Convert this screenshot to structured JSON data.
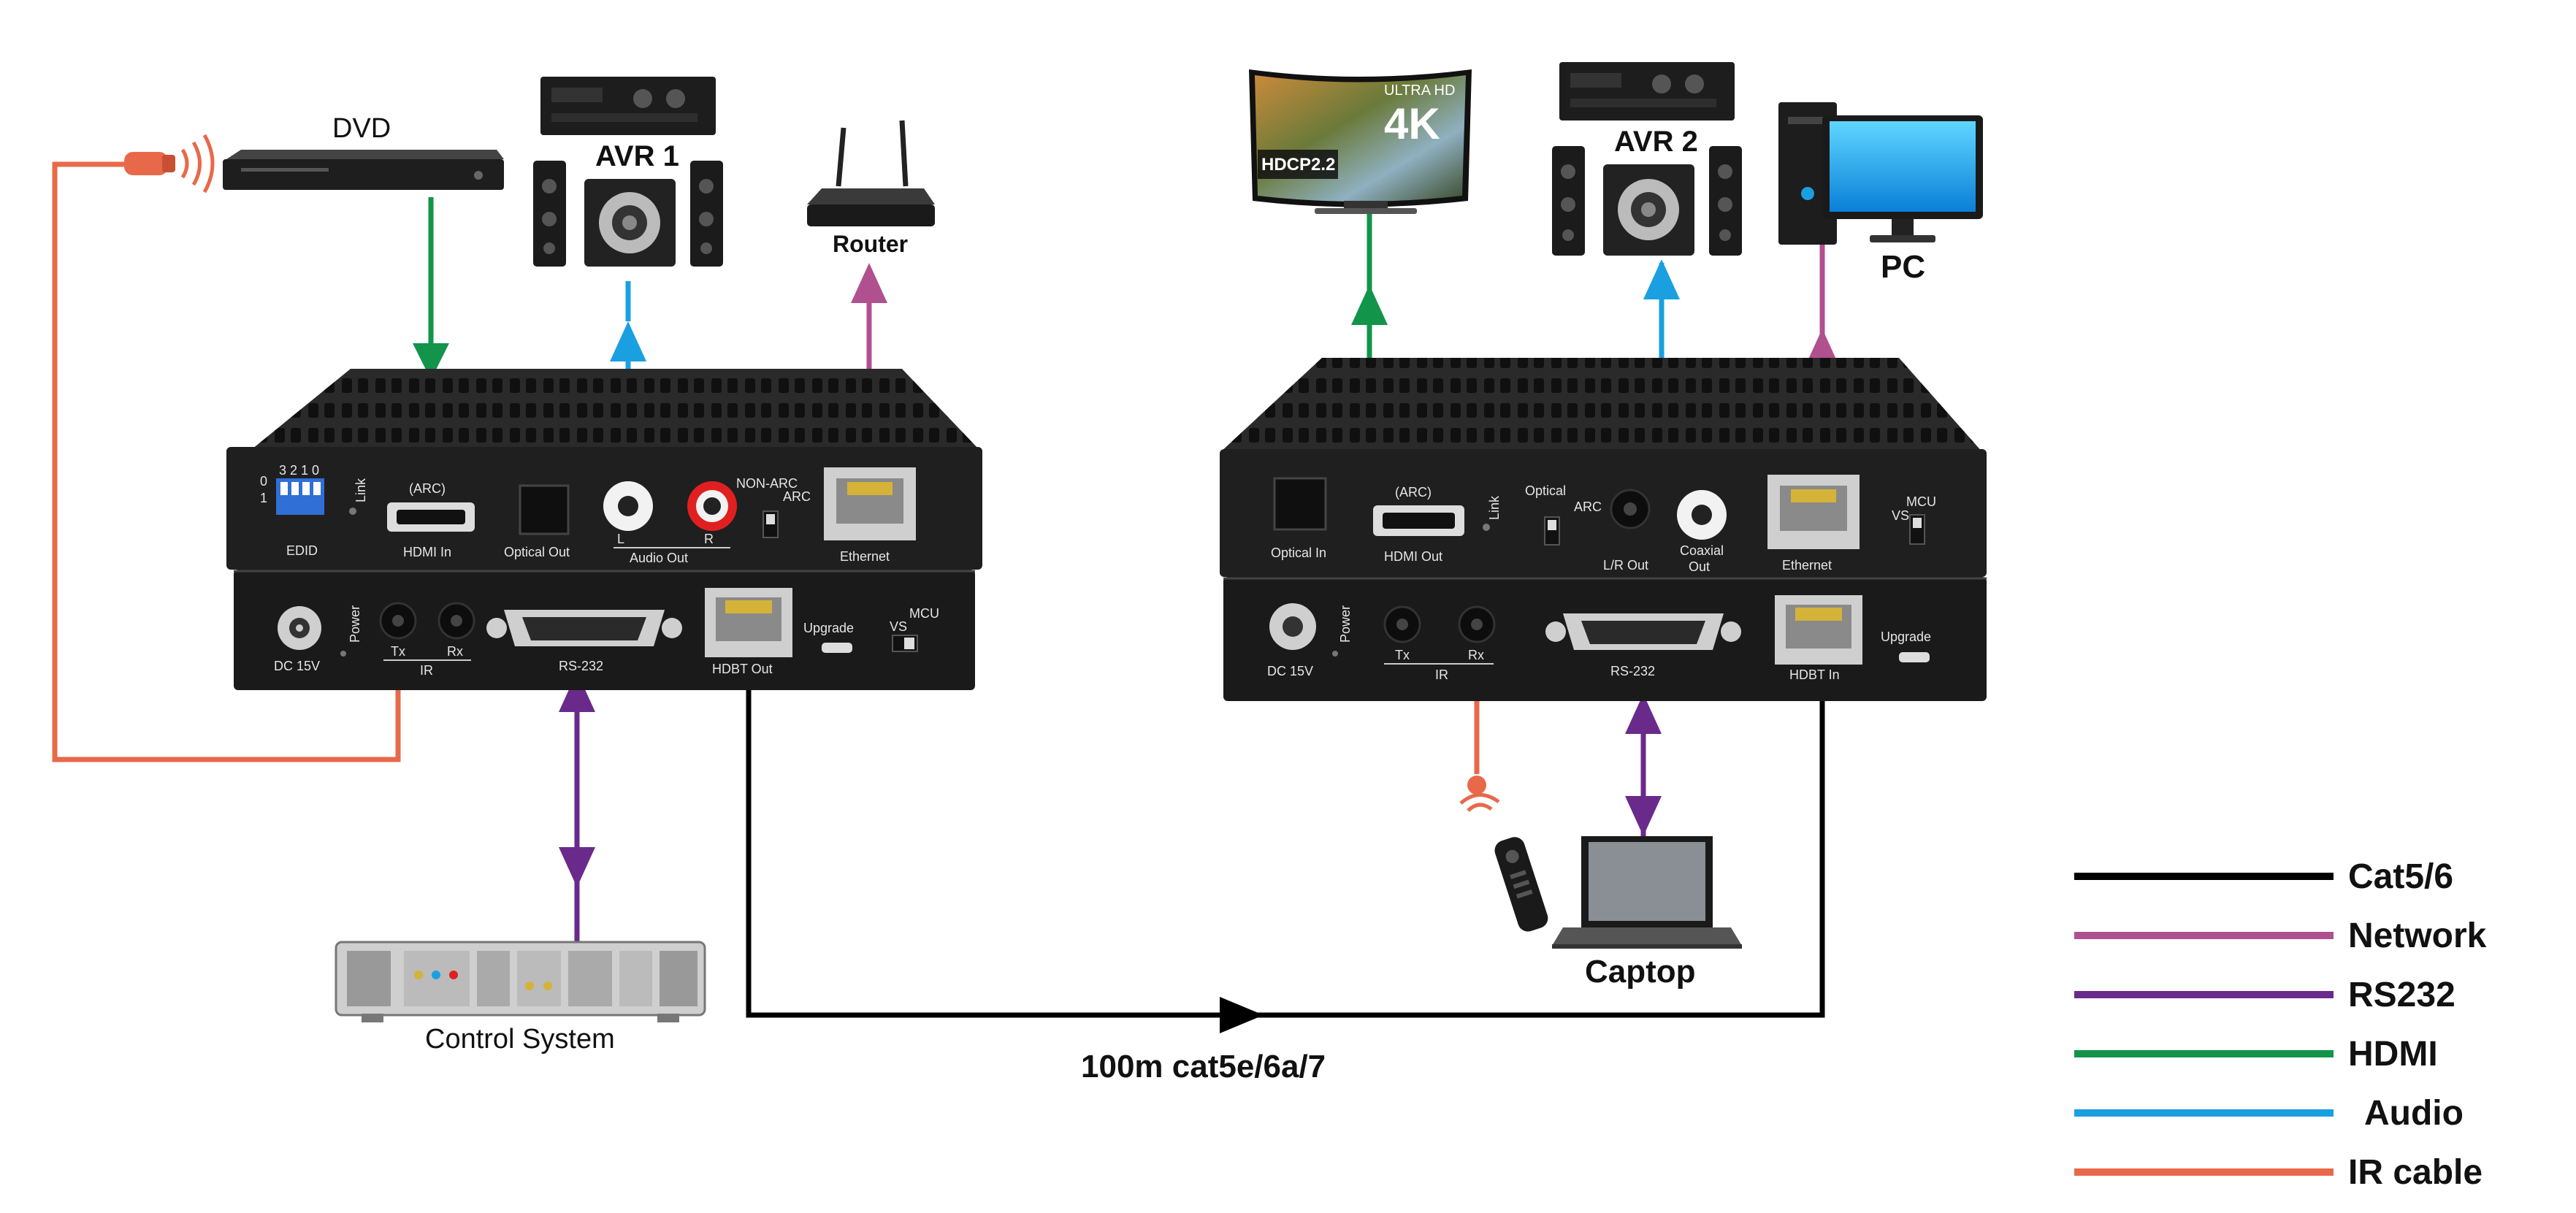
{
  "devices": {
    "dvd": "DVD",
    "avr1": "AVR 1",
    "router": "Router",
    "avr2": "AVR 2",
    "pc": "PC",
    "control_system": "Control System",
    "captop": "Captop",
    "tv_badge_4k": "4K",
    "tv_badge_uhd": "ULTRA HD",
    "tv_badge_hdcp": "HDCP2.2"
  },
  "transmitter": {
    "top_panel": {
      "edid": "EDID",
      "edid_nums": "3 2 1 0",
      "edid_0": "0",
      "edid_1": "1",
      "link": "Link",
      "arc": "(ARC)",
      "hdmi_in": "HDMI In",
      "optical_out": "Optical Out",
      "audio_l": "L",
      "audio_r": "R",
      "audio_out": "Audio Out",
      "non_arc": "NON-ARC",
      "arc_switch": "ARC",
      "ethernet": "Ethernet"
    },
    "bottom_panel": {
      "dc": "DC  15V",
      "power": "Power",
      "tx": "Tx",
      "rx": "Rx",
      "ir": "IR",
      "rs232": "RS-232",
      "hdbt_out": "HDBT Out",
      "upgrade": "Upgrade",
      "vs": "VS",
      "mcu": "MCU"
    }
  },
  "receiver": {
    "top_panel": {
      "optical_in": "Optical In",
      "arc": "(ARC)",
      "hdmi_out": "HDMI Out",
      "link": "Link",
      "optical": "Optical",
      "arc_switch": "ARC",
      "lr_out": "L/R Out",
      "coaxial_out": "Coaxial\nOut",
      "coaxial": "Coaxial",
      "out": "Out",
      "ethernet": "Ethernet",
      "vs": "VS",
      "mcu": "MCU"
    },
    "bottom_panel": {
      "dc": "DC  15V",
      "power": "Power",
      "tx": "Tx",
      "rx": "Rx",
      "ir": "IR",
      "rs232": "RS-232",
      "hdbt_in": "HDBT In",
      "upgrade": "Upgrade"
    }
  },
  "cable_label": "100m cat5e/6a/7",
  "legend": [
    {
      "label": "Cat5/6",
      "color": "#000000"
    },
    {
      "label": "Network",
      "color": "#b0508f"
    },
    {
      "label": "RS232",
      "color": "#6a2a8c"
    },
    {
      "label": "HDMI",
      "color": "#12944a"
    },
    {
      "label": "Audio",
      "color": "#1aa0e0"
    },
    {
      "label": "IR cable",
      "color": "#e8694a"
    }
  ],
  "colors": {
    "cat": "#000000",
    "network": "#b0508f",
    "rs232": "#6a2a8c",
    "hdmi": "#12944a",
    "audio": "#1aa0e0",
    "ir": "#e8694a"
  }
}
